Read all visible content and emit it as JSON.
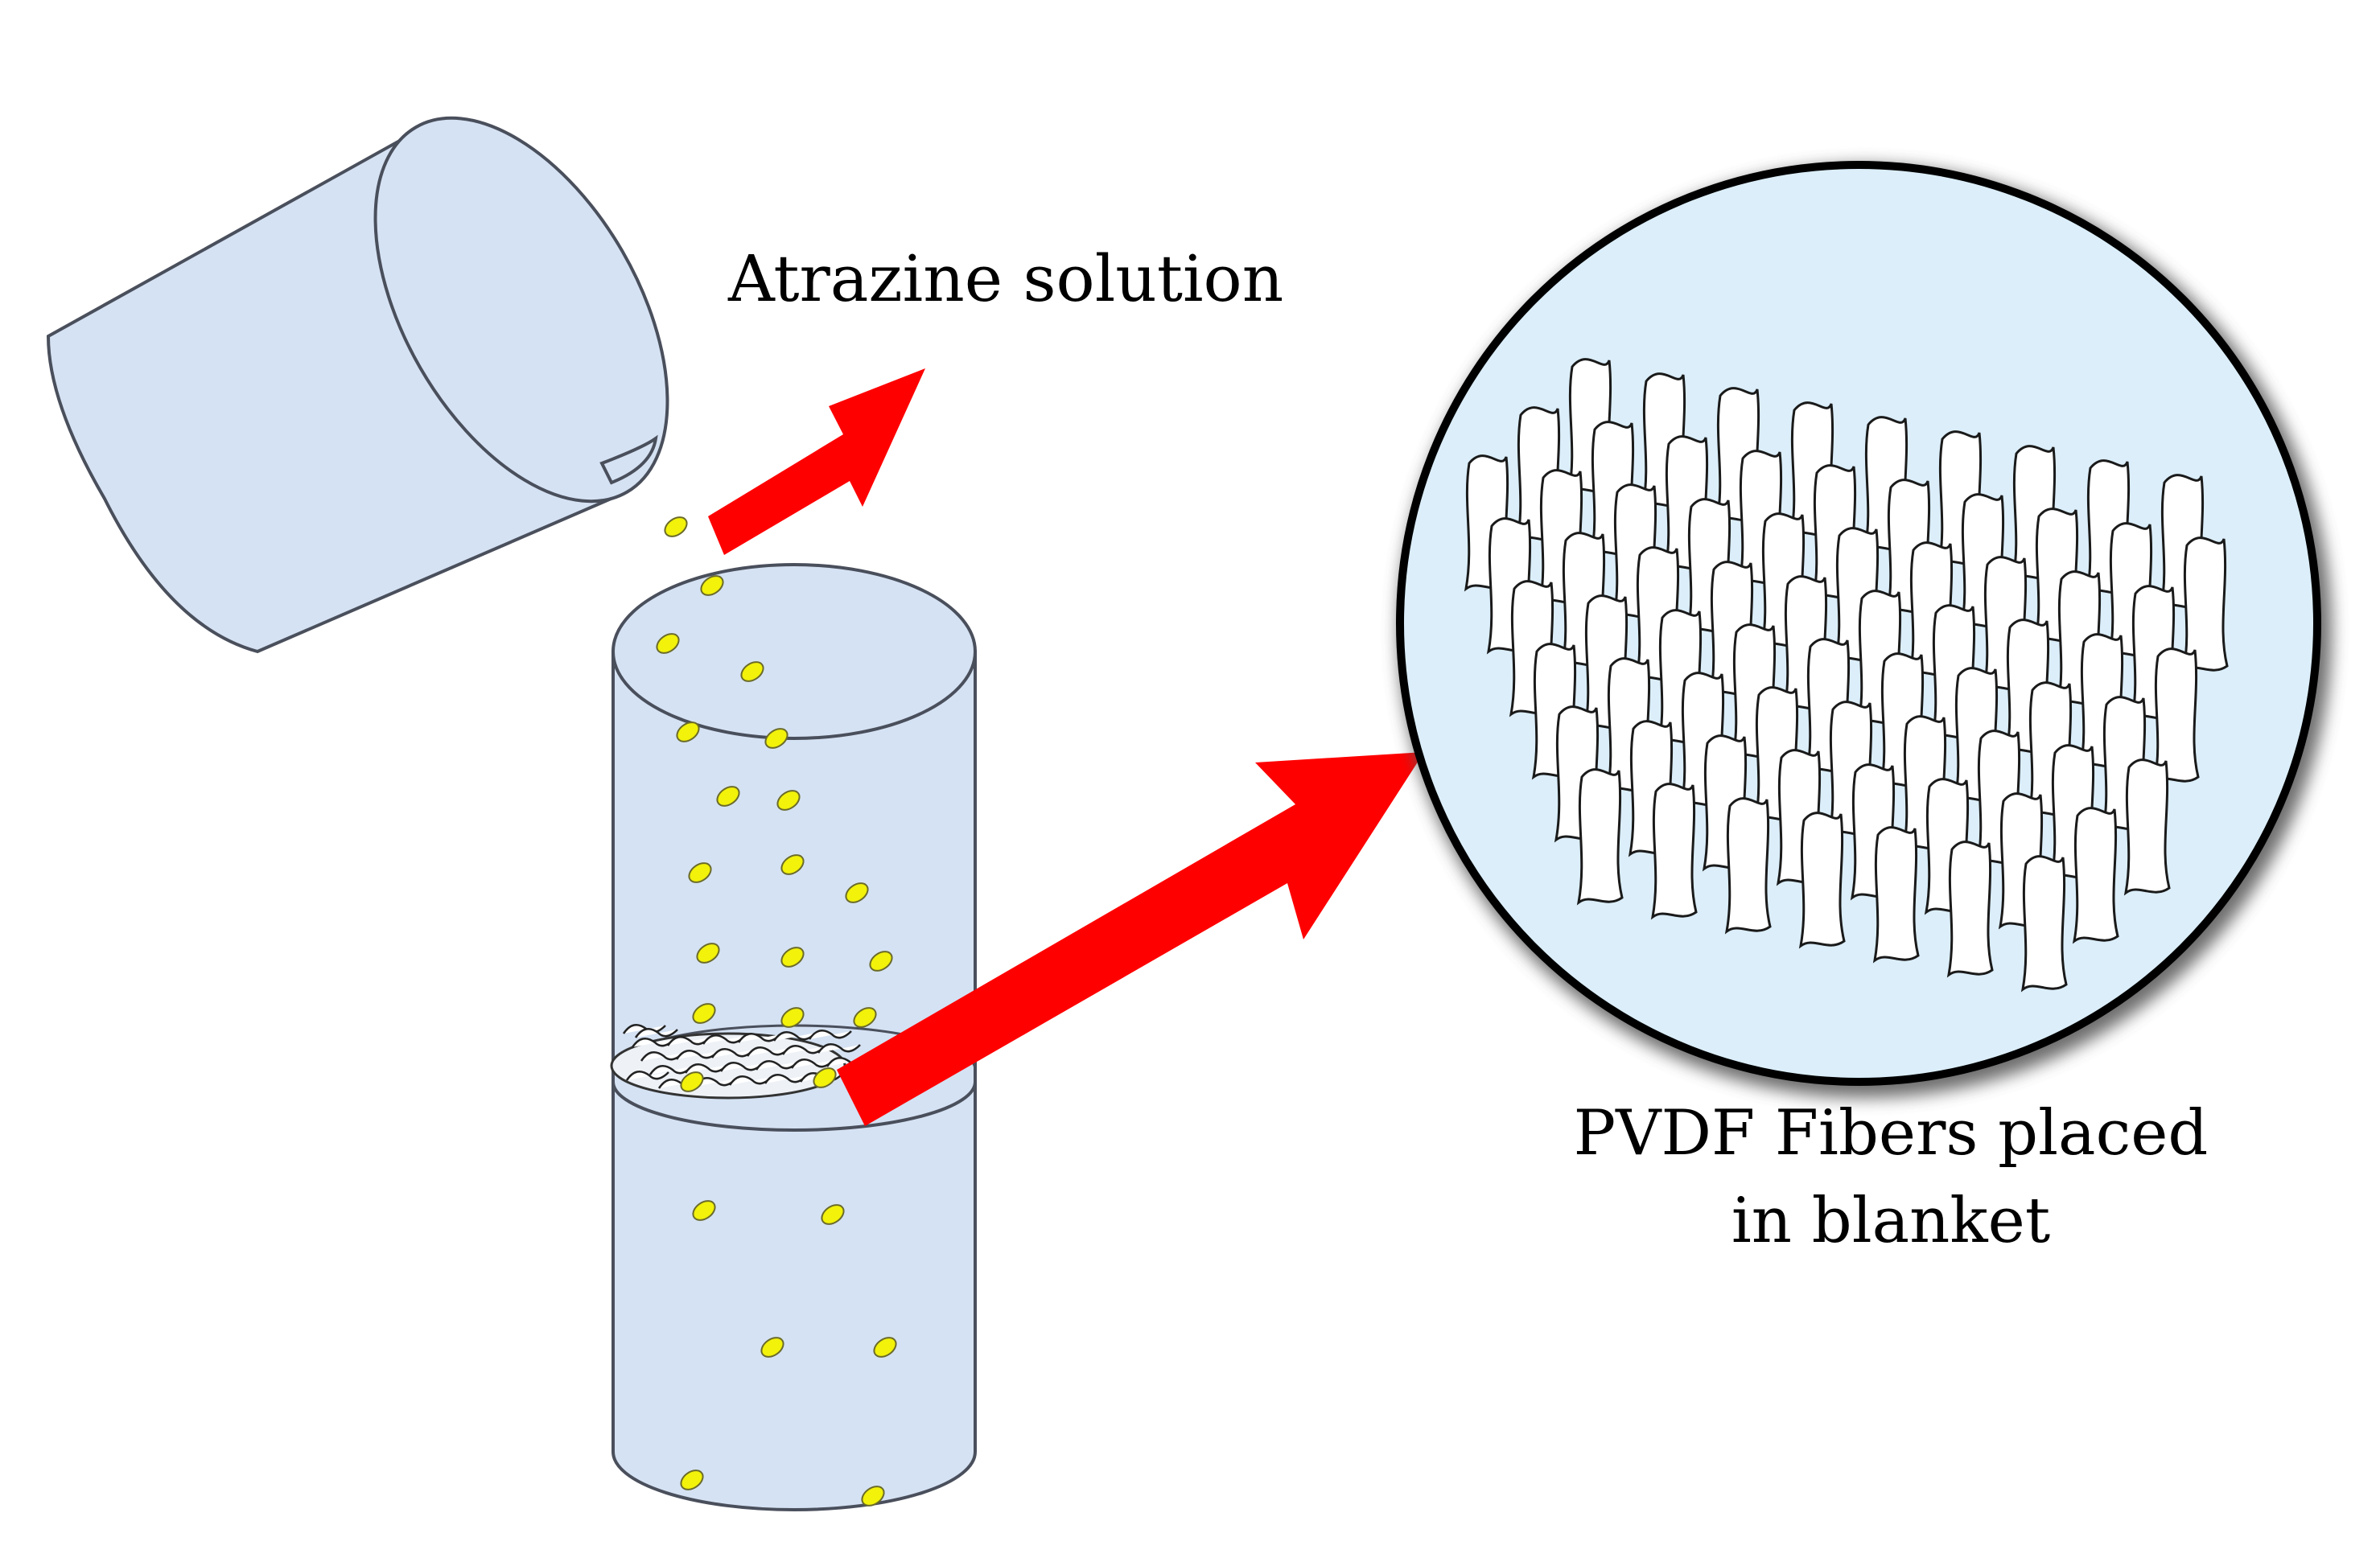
{
  "labels": {
    "atrazine": "Atrazine solution",
    "pvdf_line1": "PVDF Fibers placed",
    "pvdf_line2": "in blanket"
  },
  "colors": {
    "glass_fill": "#d5e2f3",
    "glass_stroke": "#4a4f5c",
    "arrow": "#ff0000",
    "droplet": "#f2f20a",
    "zoom_fill": "#dbeefa",
    "fiber_stroke": "#1a1a1a"
  },
  "icons": {
    "beaker": "beaker-icon",
    "column": "column-icon",
    "magnifier": "magnified-view-icon"
  }
}
